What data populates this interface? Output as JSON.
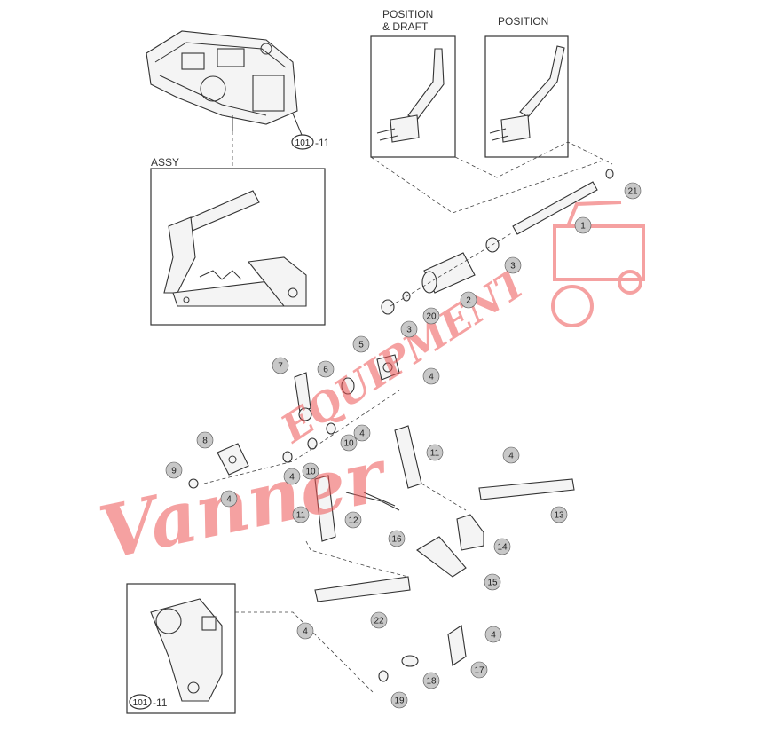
{
  "labels": {
    "position_draft_line1": "POSITION",
    "position_draft_line2": "& DRAFT",
    "position": "POSITION",
    "assy": "ASSY",
    "ref_top": "101",
    "ref_top_suffix": "-11",
    "ref_bottom": "101",
    "ref_bottom_suffix": "-11"
  },
  "callouts": [
    {
      "id": "c21",
      "num": "21"
    },
    {
      "id": "c1",
      "num": "1"
    },
    {
      "id": "c3a",
      "num": "3"
    },
    {
      "id": "c2",
      "num": "2"
    },
    {
      "id": "c20",
      "num": "20"
    },
    {
      "id": "c3b",
      "num": "3"
    },
    {
      "id": "c5",
      "num": "5"
    },
    {
      "id": "c4a",
      "num": "4"
    },
    {
      "id": "c7",
      "num": "7"
    },
    {
      "id": "c6",
      "num": "6"
    },
    {
      "id": "c4b",
      "num": "4"
    },
    {
      "id": "c10a",
      "num": "10"
    },
    {
      "id": "c8",
      "num": "8"
    },
    {
      "id": "c9",
      "num": "9"
    },
    {
      "id": "c4c",
      "num": "4"
    },
    {
      "id": "c10b",
      "num": "10"
    },
    {
      "id": "c4d",
      "num": "4"
    },
    {
      "id": "c11a",
      "num": "11"
    },
    {
      "id": "c11b",
      "num": "11"
    },
    {
      "id": "c12",
      "num": "12"
    },
    {
      "id": "c4e",
      "num": "4"
    },
    {
      "id": "c13",
      "num": "13"
    },
    {
      "id": "c14",
      "num": "14"
    },
    {
      "id": "c16",
      "num": "16"
    },
    {
      "id": "c15",
      "num": "15"
    },
    {
      "id": "c22",
      "num": "22"
    },
    {
      "id": "c4f",
      "num": "4"
    },
    {
      "id": "c4g",
      "num": "4"
    },
    {
      "id": "c17",
      "num": "17"
    },
    {
      "id": "c18",
      "num": "18"
    },
    {
      "id": "c19",
      "num": "19"
    }
  ],
  "watermark": {
    "script": "Vanner",
    "word": "EQUIPMENT",
    "color": "#ee5555"
  }
}
